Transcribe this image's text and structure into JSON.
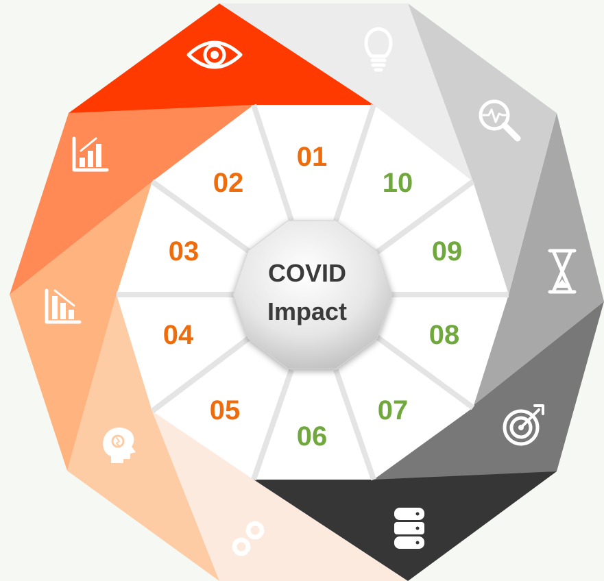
{
  "center": {
    "line1": "COVID",
    "line2": "Impact"
  },
  "colors": {
    "orange_text": "#ef6c0d",
    "green_text": "#70a83e",
    "center_text": "#3b3b3b"
  },
  "segments": [
    {
      "number": "01",
      "icon": "eye-icon",
      "color": "#ff3a00",
      "text_color": "#ef6c0d"
    },
    {
      "number": "02",
      "icon": "bar-chart-up-icon",
      "color": "#ff8a55",
      "text_color": "#ef6c0d"
    },
    {
      "number": "03",
      "icon": "bar-chart-down-icon",
      "color": "#ffb37e",
      "text_color": "#ef6c0d"
    },
    {
      "number": "04",
      "icon": "head-idea-icon",
      "color": "#fecca4",
      "text_color": "#ef6c0d"
    },
    {
      "number": "05",
      "icon": "gears-icon",
      "color": "#fdeade",
      "text_color": "#ef6c0d"
    },
    {
      "number": "06",
      "icon": "database-icon",
      "color": "#363636",
      "text_color": "#70a83e"
    },
    {
      "number": "07",
      "icon": "target-icon",
      "color": "#787878",
      "text_color": "#70a83e"
    },
    {
      "number": "08",
      "icon": "hourglass-icon",
      "color": "#a8a8a8",
      "text_color": "#70a83e"
    },
    {
      "number": "09",
      "icon": "magnifier-chart-icon",
      "color": "#cfcfcf",
      "text_color": "#70a83e"
    },
    {
      "number": "10",
      "icon": "lightbulb-icon",
      "color": "#ececec",
      "text_color": "#70a83e"
    }
  ]
}
